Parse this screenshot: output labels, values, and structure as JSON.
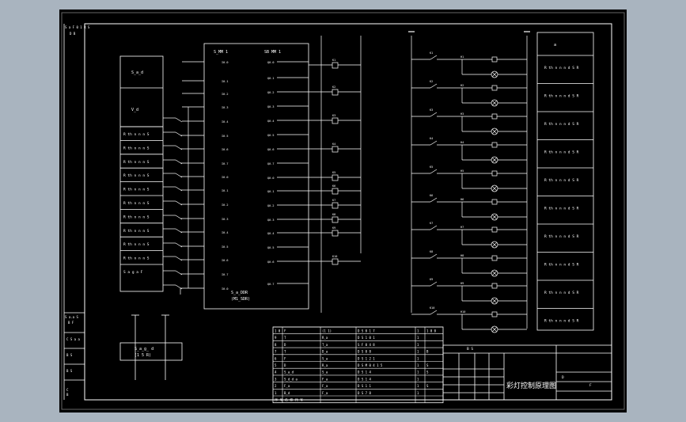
{
  "colors": {
    "viewport": "#a9b4bf",
    "sheet": "#000000",
    "line": "#ffffff"
  },
  "plc": {
    "model_left": "S_MM 1",
    "model_right": "SB MM 1",
    "footer_1": "S_a_DDR",
    "footer_2": "(M1_SDR)"
  },
  "left_panel": {
    "title": "S_a_d",
    "sub": "V_d",
    "item_label": "R th n n n S",
    "bottom_label": "S a g a F"
  },
  "right_panel": {
    "title": "a",
    "row_label": "R th n n n d S R"
  },
  "side_strip": {
    "top_1": "S a.a S",
    "top_2": "B F",
    "rows": [
      "C S a a",
      "B S",
      "B S",
      "C",
      "B"
    ]
  },
  "supply_box": {
    "line1": "S_a_g_ d",
    "line2": "(1 5 R)"
  },
  "bom": {
    "rows": [
      [
        "1 0",
        "F",
        "(1 1)",
        "D S 0 1 7",
        "1",
        "1 0 0"
      ],
      [
        "9",
        "T",
        "R_a",
        "D S 1 0 1",
        "1",
        ""
      ],
      [
        "8",
        "D",
        "T_a",
        "S F 0 4 8",
        "1",
        ""
      ],
      [
        "7",
        "T",
        "D_a",
        "D S 0 8",
        "1",
        "B"
      ],
      [
        "6",
        "F",
        "S_a",
        "D S 1 2 1",
        "1",
        ""
      ],
      [
        "5",
        "D",
        "R_a",
        "D S M 0 4 1 5",
        "1",
        "S"
      ],
      [
        "4",
        "S_a_d",
        "S_a",
        "D S 1 4",
        "1",
        "S"
      ],
      [
        "3",
        "S_d_d a",
        "F_a",
        "D S 1 4",
        "1",
        ""
      ],
      [
        "2",
        "F_a",
        "F_a",
        "D S 1 1",
        "1",
        "S"
      ],
      [
        "1",
        "B_d",
        "F_a",
        "D S 7 8",
        "1",
        ""
      ]
    ],
    "header": "序 号 名 称 代 号"
  },
  "title_block": {
    "drawing_title": "彩灯控制原理图",
    "label_a": "B S",
    "label_b": "D",
    "label_c": "F"
  },
  "corner_note": {
    "line1": "S a F 0 1 R S",
    "line2": "D B"
  }
}
